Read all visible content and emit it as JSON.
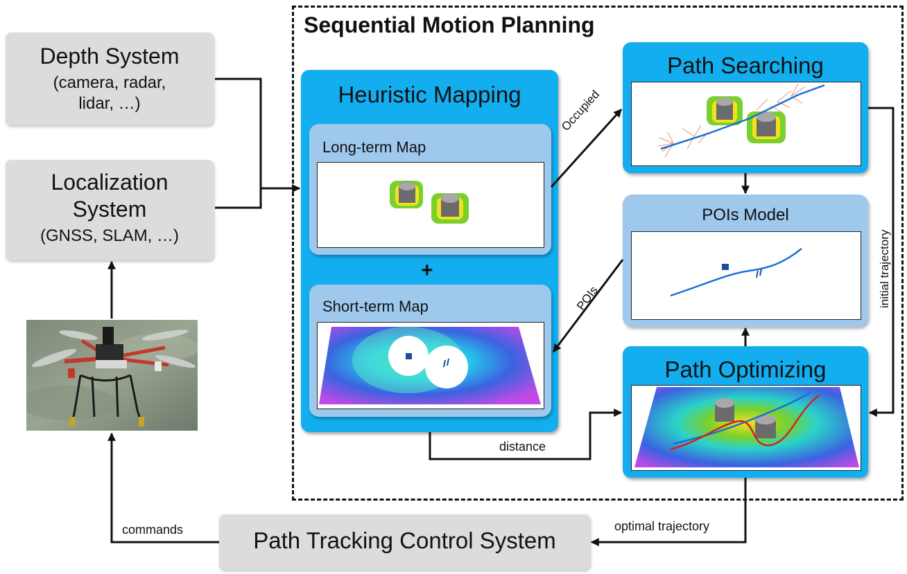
{
  "title": "Sequential Motion Planning",
  "inputs": {
    "depth": {
      "title": "Depth System",
      "sub1": "(camera, radar,",
      "sub2": "lidar, …)"
    },
    "localization": {
      "title1": "Localization",
      "title2": "System",
      "sub": "(GNSS, SLAM, …)"
    }
  },
  "heuristic": {
    "title": "Heuristic Mapping",
    "long_term": "Long-term Map",
    "plus": "+",
    "short_term": "Short-term Map"
  },
  "path_searching": {
    "title": "Path Searching"
  },
  "pois_model": {
    "title": "POIs Model"
  },
  "path_optimizing": {
    "title": "Path Optimizing"
  },
  "tracking": {
    "title": "Path Tracking Control System"
  },
  "edges": {
    "occupied": "Occupied",
    "pois": "POIs",
    "distance": "distance",
    "initial_trajectory": "initial trajectory",
    "optimal_trajectory": "optimal trajectory",
    "commands": "commands"
  },
  "colors": {
    "block_blue": "#12aef0",
    "panel_light_blue": "#9ec8ec",
    "input_gray": "#dcdcdc",
    "trajectory_blue": "#1a6fd6",
    "trajectory_red": "#d42020"
  }
}
